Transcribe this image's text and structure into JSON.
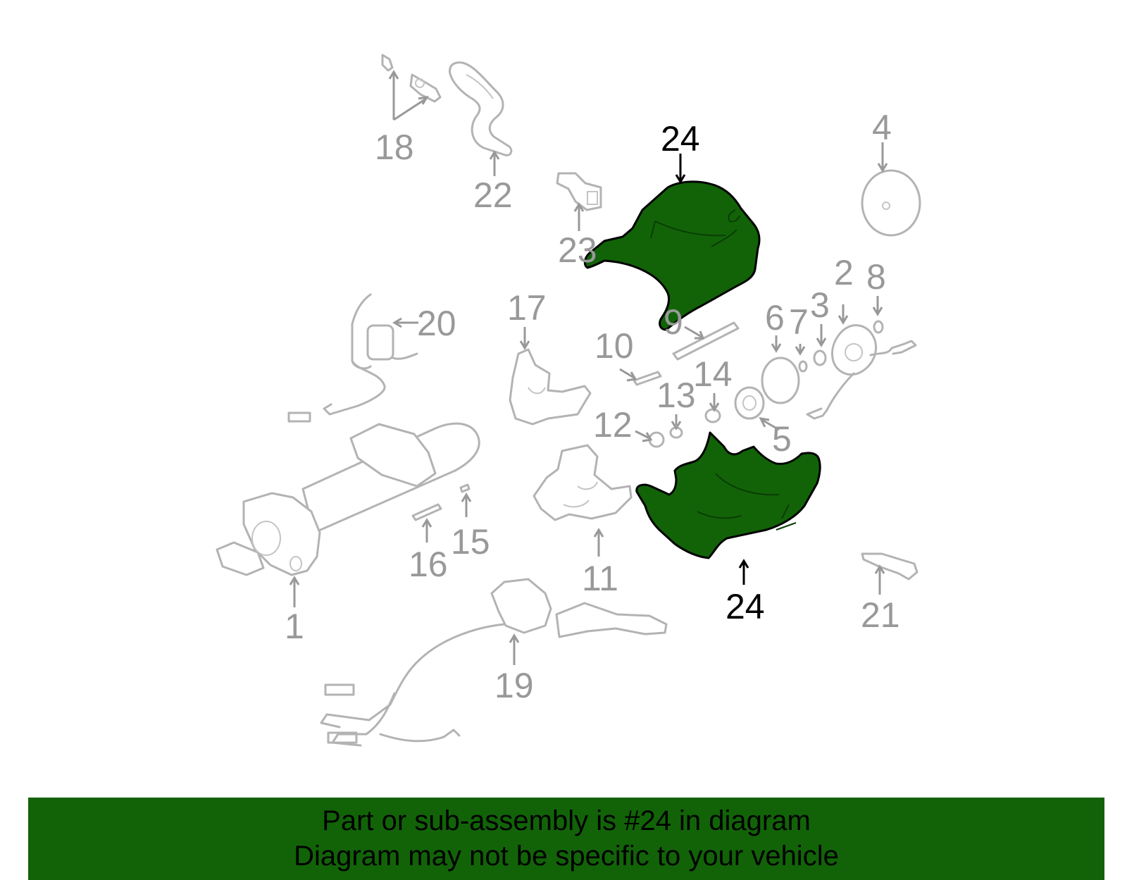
{
  "diagram": {
    "highlight_part": "24",
    "colors": {
      "highlight": "#126308",
      "line": "#b3b3b3",
      "label": "#999999",
      "highlight_label": "#000000"
    },
    "callouts": [
      {
        "id": "c18",
        "text": "18",
        "highlight": false
      },
      {
        "id": "c22",
        "text": "22",
        "highlight": false
      },
      {
        "id": "c23",
        "text": "23",
        "highlight": false
      },
      {
        "id": "c24a",
        "text": "24",
        "highlight": true
      },
      {
        "id": "c4",
        "text": "4",
        "highlight": false
      },
      {
        "id": "c2",
        "text": "2",
        "highlight": false
      },
      {
        "id": "c8",
        "text": "8",
        "highlight": false
      },
      {
        "id": "c6",
        "text": "6",
        "highlight": false
      },
      {
        "id": "c7",
        "text": "7",
        "highlight": false
      },
      {
        "id": "c3",
        "text": "3",
        "highlight": false
      },
      {
        "id": "c9",
        "text": "9",
        "highlight": false
      },
      {
        "id": "c17",
        "text": "17",
        "highlight": false
      },
      {
        "id": "c20",
        "text": "20",
        "highlight": false
      },
      {
        "id": "c10",
        "text": "10",
        "highlight": false
      },
      {
        "id": "c14",
        "text": "14",
        "highlight": false
      },
      {
        "id": "c13",
        "text": "13",
        "highlight": false
      },
      {
        "id": "c12",
        "text": "12",
        "highlight": false
      },
      {
        "id": "c5",
        "text": "5",
        "highlight": false
      },
      {
        "id": "c15",
        "text": "15",
        "highlight": false
      },
      {
        "id": "c16",
        "text": "16",
        "highlight": false
      },
      {
        "id": "c11",
        "text": "11",
        "highlight": false
      },
      {
        "id": "c24b",
        "text": "24",
        "highlight": true
      },
      {
        "id": "c21",
        "text": "21",
        "highlight": false
      },
      {
        "id": "c1",
        "text": "1",
        "highlight": false
      },
      {
        "id": "c19",
        "text": "19",
        "highlight": false
      }
    ]
  },
  "banner": {
    "line1": "Part or sub-assembly is #24 in diagram",
    "line2": "Diagram may not be specific to your vehicle"
  }
}
